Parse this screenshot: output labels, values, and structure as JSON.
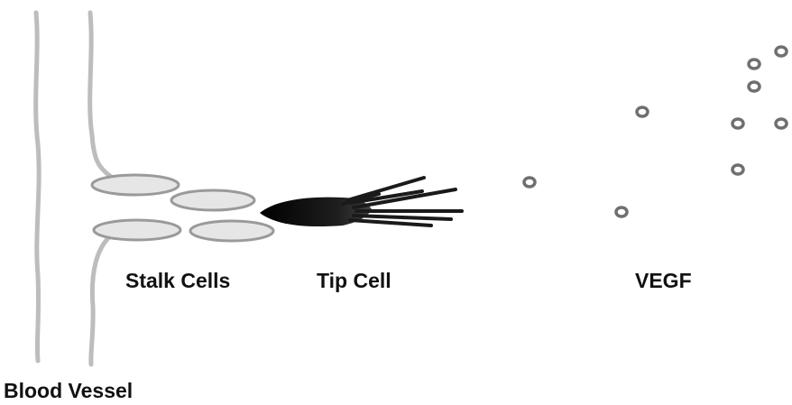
{
  "labels": {
    "stalk_cells": "Stalk Cells",
    "tip_cell": "Tip Cell",
    "vegf": "VEGF",
    "blood_vessel": "Blood Vessel"
  },
  "colors": {
    "vessel_wall": "#bdbdbd",
    "stalk_cell_fill": "#e6e6e6",
    "stalk_cell_stroke": "#9a9a9a",
    "tip_cell": "#111111",
    "vegf_particle": "#6f6f6f",
    "text": "#111111"
  }
}
